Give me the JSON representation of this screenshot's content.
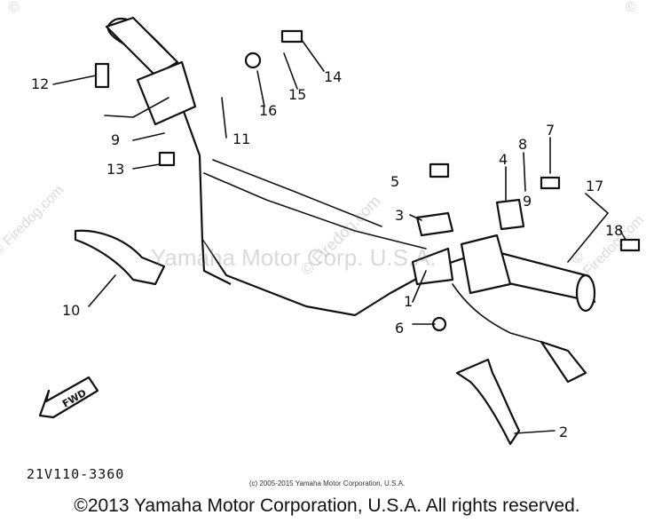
{
  "diagram": {
    "part_numbers": [
      "1",
      "2",
      "3",
      "4",
      "5",
      "6",
      "7",
      "8",
      "9",
      "10",
      "11",
      "12",
      "13",
      "14",
      "15",
      "16",
      "17",
      "18",
      "9"
    ],
    "fwd_label": "FWD",
    "part_code": "21V110-3360"
  },
  "watermarks": {
    "center": "Yamaha Motor Corp. U.S.A.",
    "firedog_center": "© Firedog.com",
    "firedog_left": "© Firedog.com",
    "firedog_right": "© Firedog.com",
    "corner_left": "©",
    "corner_right": "©"
  },
  "small_copyright": "(c) 2005-2015 Yamaha Motor Corporation, U.S.A.",
  "footer": "©2013 Yamaha Motor Corporation, U.S.A. All rights reserved."
}
